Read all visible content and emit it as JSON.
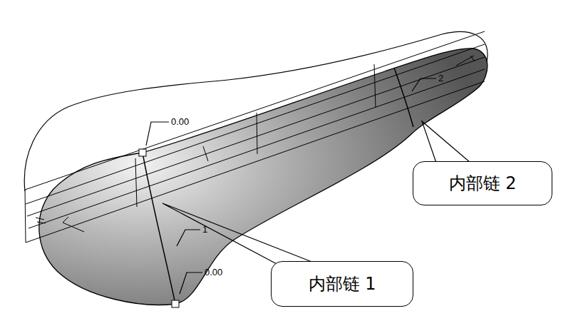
{
  "diagram": {
    "nodes": [
      {
        "text": [
          "内部链 2"
        ]
      },
      {
        "text": [
          "内部链 1"
        ]
      }
    ],
    "labels": [
      "0.00",
      "2",
      "1",
      "0.00"
    ]
  }
}
